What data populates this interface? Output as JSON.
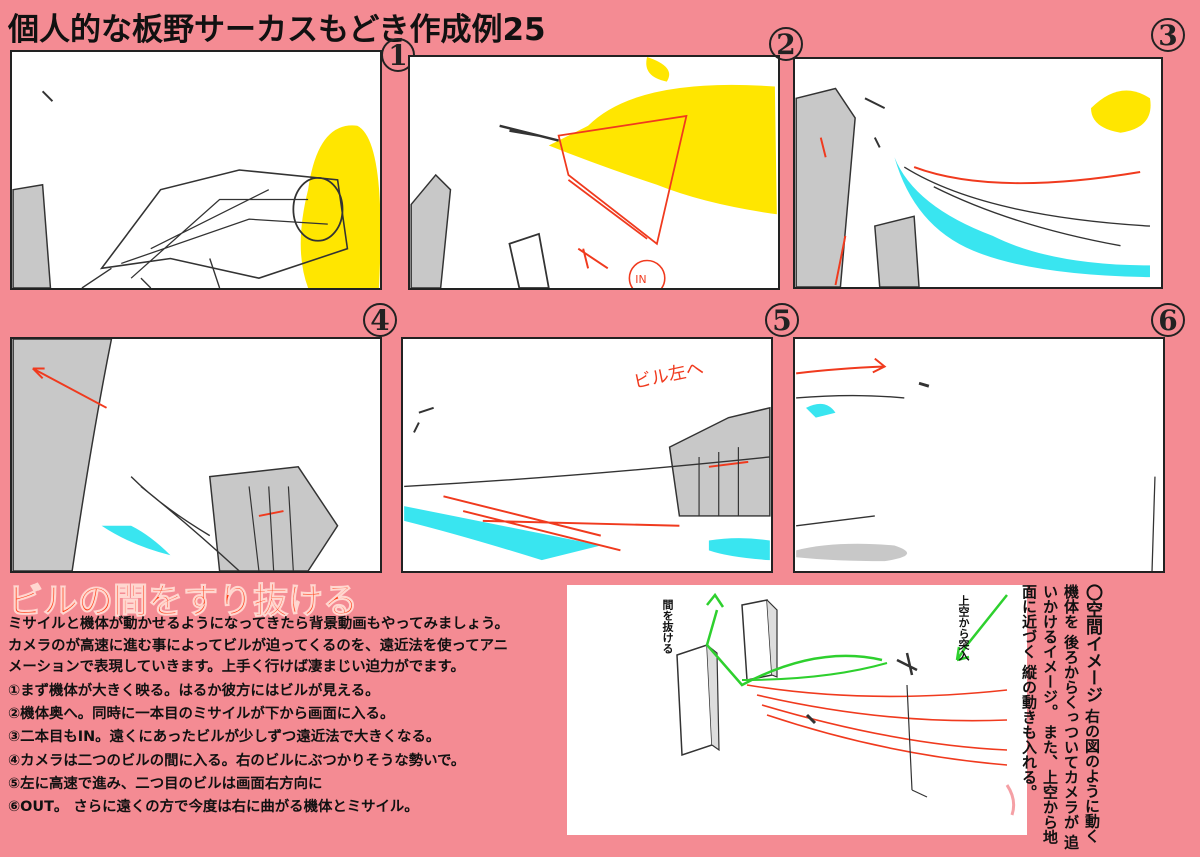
{
  "title": "個人的な板野サーカスもどき作成例25",
  "panels": [
    {
      "number": "1"
    },
    {
      "number": "2"
    },
    {
      "number": "3"
    },
    {
      "number": "4"
    },
    {
      "number": "5"
    },
    {
      "number": "6"
    }
  ],
  "panel_annotations": {
    "panel2_in": "IN",
    "panel5_note": "ビル左へ"
  },
  "headline": "ビルの間をすり抜ける",
  "intro_lines": [
    "ミサイルと機体が動かせるようになってきたら背景動画もやってみましょう。",
    "カメラのが高速に進む事によってビルが迫ってくるのを、遠近法を使ってアニ",
    "メーションで表現していきます。上手く行けば凄まじい迫力がでます。"
  ],
  "steps": [
    "①まず機体が大きく映る。はるか彼方にはビルが見える。",
    "②機体奥へ。同時に一本目のミサイルが下から画面に入る。",
    "③二本目もIN。遠くにあったビルが少しずつ遠近法で大きくなる。",
    "④カメラは二つのビルの間に入る。右のビルにぶつかりそうな勢いで。",
    "⑤左に高速で進み、二つ目のビルは画面右方向に",
    "⑥OUT。 さらに遠くの方で今度は右に曲がる機体とミサイル。"
  ],
  "diagram": {
    "label_between": "間を抜ける",
    "label_from_above": "上空から突入"
  },
  "side_note": {
    "heading": "〇空間イメージ",
    "lines": [
      "右の図のように動く機体を",
      "後ろからくっついてカメラが",
      "追いかけるイメージ。",
      "また、上空から地面に近づく",
      "縦の動きも入れる。"
    ]
  },
  "colors": {
    "background": "#f48b93",
    "headline": "#ff3d14",
    "explosion": "#ffe600",
    "smoke": "#39e5f0",
    "arrow": "#f03a1e",
    "building": "#c8c8c8",
    "green_arrow": "#2ed02e"
  }
}
